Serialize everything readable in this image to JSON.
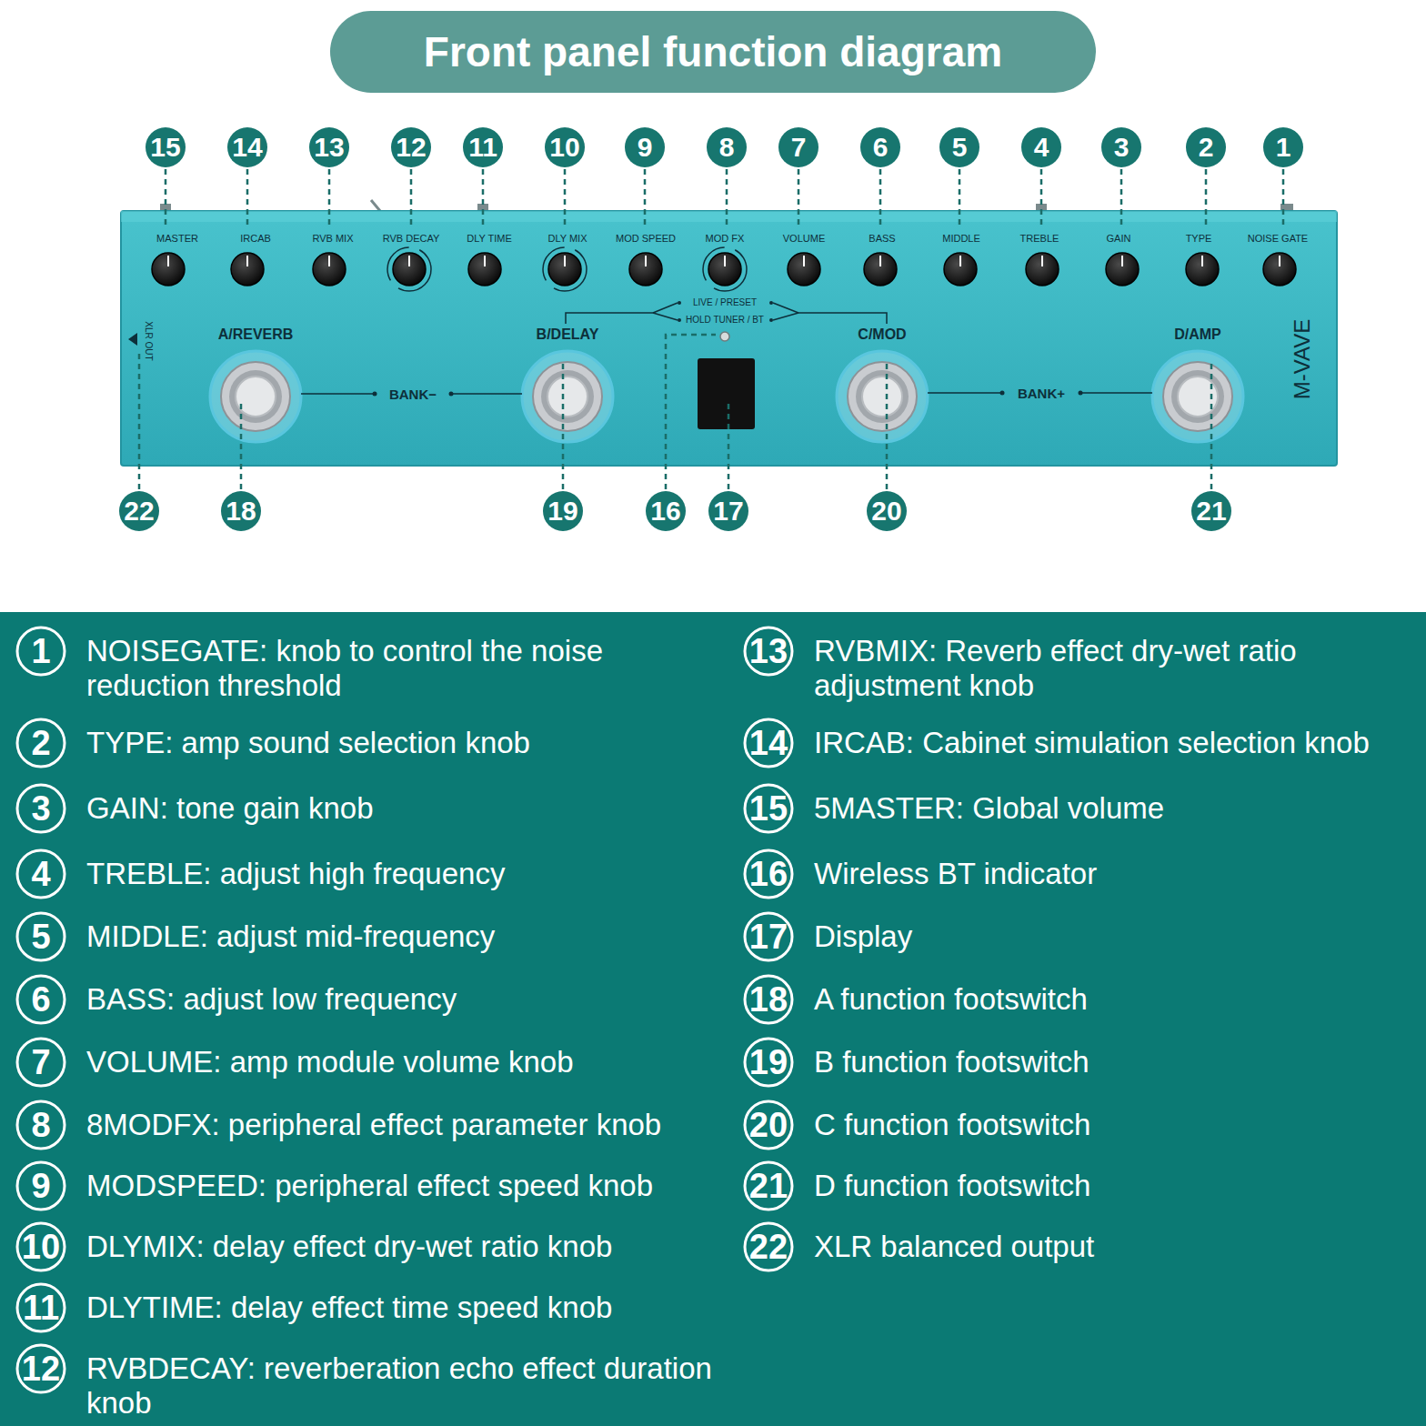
{
  "diagram": {
    "title": "Front panel function diagram",
    "nodes": [
      {
        "text": [
          "15"
        ]
      },
      {
        "text": [
          "14"
        ]
      },
      {
        "text": [
          "13"
        ]
      },
      {
        "text": [
          "12"
        ]
      },
      {
        "text": [
          "11"
        ]
      },
      {
        "text": [
          "10"
        ]
      },
      {
        "text": [
          "9"
        ]
      },
      {
        "text": [
          "8"
        ]
      },
      {
        "text": [
          "7"
        ]
      },
      {
        "text": [
          "6"
        ]
      },
      {
        "text": [
          "5"
        ]
      },
      {
        "text": [
          "4"
        ]
      },
      {
        "text": [
          "3"
        ]
      },
      {
        "text": [
          "2"
        ]
      },
      {
        "text": [
          "1"
        ]
      },
      {
        "text": [
          "22"
        ]
      },
      {
        "text": [
          "18"
        ]
      },
      {
        "text": [
          "19"
        ]
      },
      {
        "text": [
          "16"
        ]
      },
      {
        "text": [
          "17"
        ]
      },
      {
        "text": [
          "20"
        ]
      },
      {
        "text": [
          "21"
        ]
      },
      {
        "text": [
          "1"
        ]
      },
      {
        "text": [
          "2"
        ]
      },
      {
        "text": [
          "3"
        ]
      },
      {
        "text": [
          "4"
        ]
      },
      {
        "text": [
          "5"
        ]
      },
      {
        "text": [
          "6"
        ]
      },
      {
        "text": [
          "7"
        ]
      },
      {
        "text": [
          "8"
        ]
      },
      {
        "text": [
          "9"
        ]
      },
      {
        "text": [
          "10"
        ]
      },
      {
        "text": [
          "11"
        ]
      },
      {
        "text": [
          "12"
        ]
      },
      {
        "text": [
          "13"
        ]
      },
      {
        "text": [
          "14"
        ]
      },
      {
        "text": [
          "15"
        ]
      },
      {
        "text": [
          "16"
        ]
      },
      {
        "text": [
          "17"
        ]
      },
      {
        "text": [
          "18"
        ]
      },
      {
        "text": [
          "19"
        ]
      },
      {
        "text": [
          "20"
        ]
      },
      {
        "text": [
          "21"
        ]
      },
      {
        "text": [
          "22"
        ]
      }
    ],
    "labels": [
      "MASTER",
      "IRCAB",
      "RVB MIX",
      "RVB DECAY",
      "DLY TIME",
      "DLY MIX",
      "MOD SPEED",
      "MOD FX",
      "VOLUME",
      "BASS",
      "MIDDLE",
      "TREBLE",
      "GAIN",
      "TYPE",
      "NOISE GATE",
      "LIVE / PRESET",
      "HOLD TUNER / BT",
      "XLR OUT",
      "A/REVERB",
      "B/DELAY",
      "C/MOD",
      "D/AMP",
      "BANK−",
      "BANK+",
      "M-VAVE",
      "NOISEGATE: knob to control the noise reduction threshold",
      "TYPE: amp sound selection knob",
      "GAIN: tone gain knob",
      "TREBLE: adjust high frequency",
      "MIDDLE: adjust mid-frequency",
      "BASS: adjust low frequency",
      "VOLUME: amp module volume knob",
      "8MODFX: peripheral effect parameter knob",
      "MODSPEED: peripheral effect speed knob",
      "DLYMIX: delay effect dry-wet ratio knob",
      "DLYTIME: delay effect time speed knob",
      "RVBDECAY: reverberation echo effect duration knob",
      "RVBMIX: Reverb effect dry-wet ratio adjustment knob",
      "IRCAB: Cabinet simulation selection knob",
      "5MASTER: Global volume",
      "Wireless BT indicator",
      "Display",
      "A function footswitch",
      "B function footswitch",
      "C function footswitch",
      "D function footswitch",
      "XLR balanced output"
    ]
  }
}
